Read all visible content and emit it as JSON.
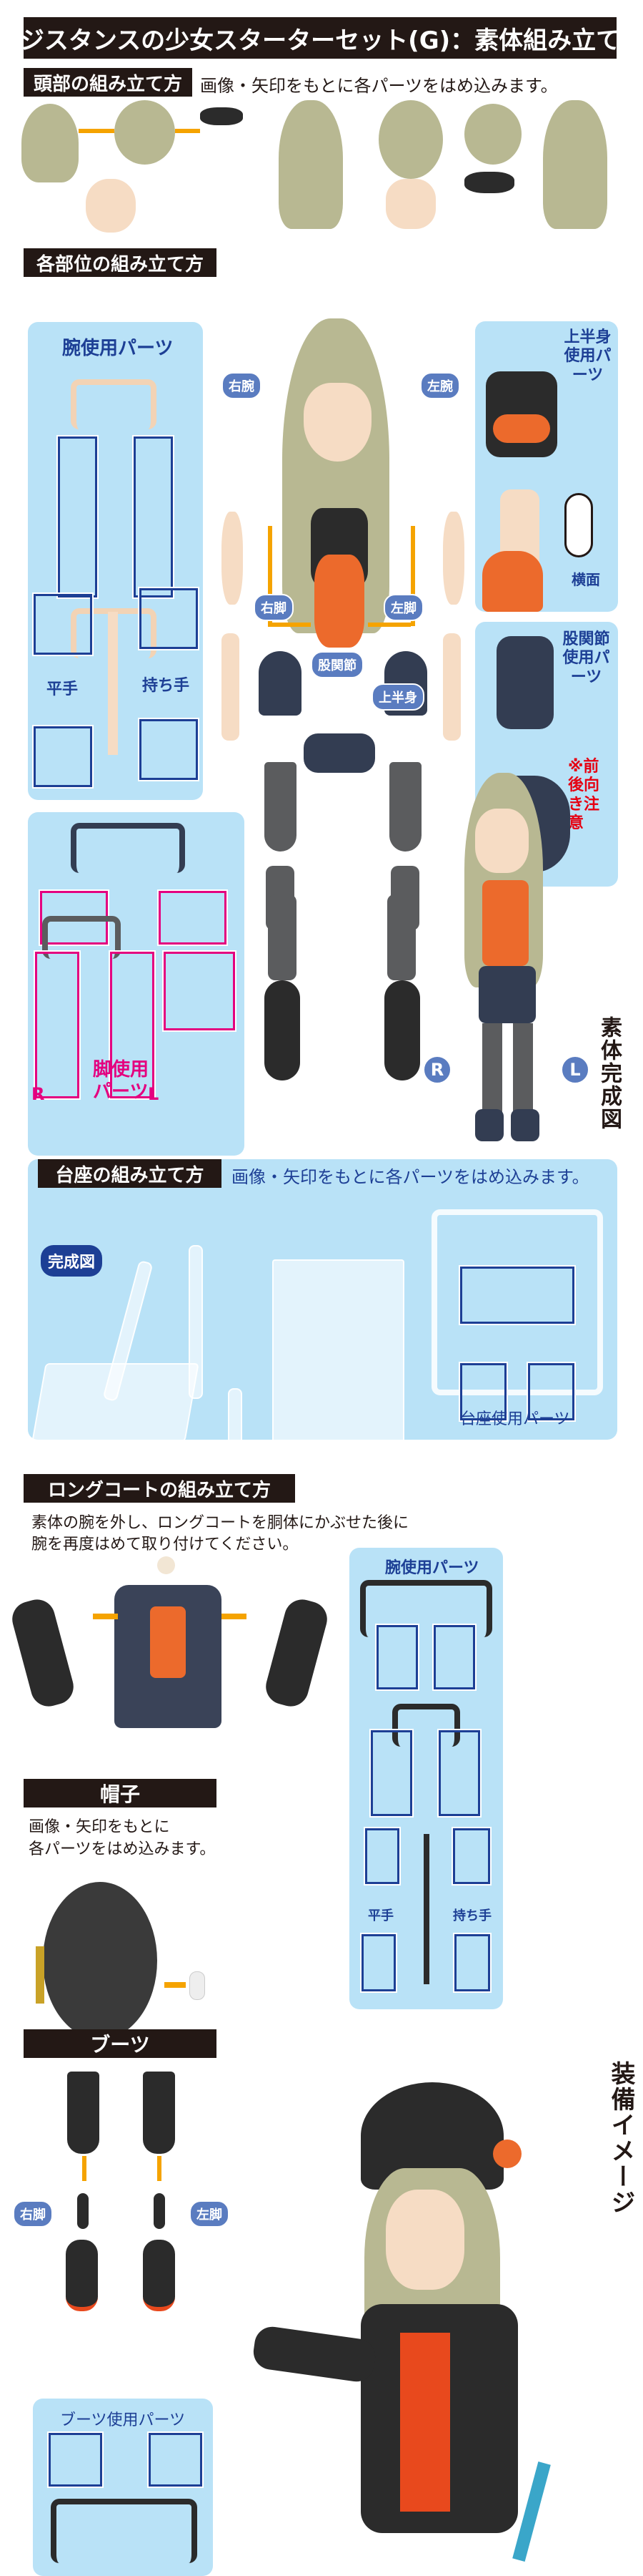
{
  "title": "レジスタンスの少女スターターセット(G)：素体組み立て方",
  "head_section": {
    "label": "頭部の組み立て方",
    "note": "画像・矢印をもとに各パーツをはめ込みます。"
  },
  "parts_section": {
    "label": "各部位の組み立て方",
    "arm_parts_title": "腕使用パーツ",
    "flat_hand": "平手",
    "holding_hand": "持ち手",
    "right_arm": "右腕",
    "left_arm": "左腕",
    "upper_body": "上半身",
    "right_leg": "右脚",
    "left_leg": "左脚",
    "hip_joint": "股関節",
    "upper_body_parts_title": "上半身使用パーツ",
    "side_view": "横面",
    "hip_parts_title": "股関節使用パーツ",
    "hip_caution": "※前後向き注意",
    "leg_parts_title": "脚使用パーツ",
    "r_mark": "R",
    "l_mark": "L",
    "completed_body": "素体完成図"
  },
  "stand_section": {
    "label": "台座の組み立て方",
    "note": "画像・矢印をもとに各パーツをはめ込みます。",
    "completed": "完成図",
    "stand_parts_title": "台座使用パーツ"
  },
  "coat_section": {
    "label": "ロングコートの組み立て方",
    "note_line1": "素体の腕を外し、ロングコートを胴体にかぶせた後に",
    "note_line2": "腕を再度はめて取り付けてください。",
    "arm_parts_title": "腕使用パーツ",
    "flat_hand": "平手",
    "holding_hand": "持ち手"
  },
  "hat_section": {
    "label": "帽子",
    "note_line1": "画像・矢印をもとに",
    "note_line2": "各パーツをはめ込みます。"
  },
  "boots_section": {
    "label": "ブーツ",
    "right_leg": "右脚",
    "left_leg": "左脚",
    "boots_parts_title": "ブーツ使用パーツ",
    "equipped_image": "装備イメージ"
  },
  "colors": {
    "label_bg": "#231815",
    "panel_bg": "#b9e2f7",
    "accent_blue": "#1d3f95",
    "arrow_orange": "#f5a300",
    "pink": "#e4007f",
    "caution_red": "#e60012"
  }
}
